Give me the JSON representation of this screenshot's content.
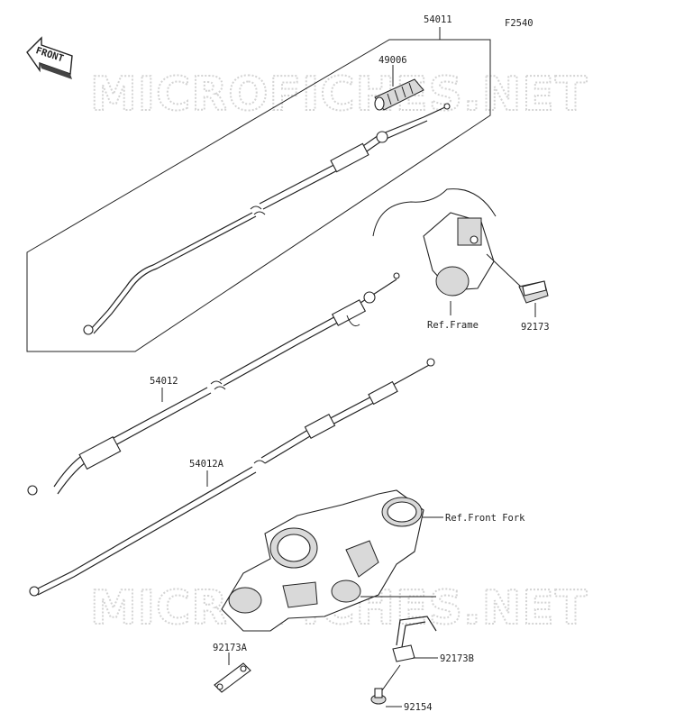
{
  "diagram_code": "F2540",
  "front_arrow_label": "FRONT",
  "watermark_text": "MICROFICHES.NET",
  "parts": [
    {
      "id": "p-54011",
      "label": "54011"
    },
    {
      "id": "p-49006",
      "label": "49006"
    },
    {
      "id": "p-54012",
      "label": "54012"
    },
    {
      "id": "p-54012A",
      "label": "54012A"
    },
    {
      "id": "p-92173",
      "label": "92173"
    },
    {
      "id": "p-92173A",
      "label": "92173A"
    },
    {
      "id": "p-92173B",
      "label": "92173B"
    },
    {
      "id": "p-92154",
      "label": "92154"
    }
  ],
  "references": [
    {
      "id": "ref-frame",
      "label": "Ref.Frame"
    },
    {
      "id": "ref-front-fork",
      "label": "Ref.Front Fork"
    }
  ]
}
